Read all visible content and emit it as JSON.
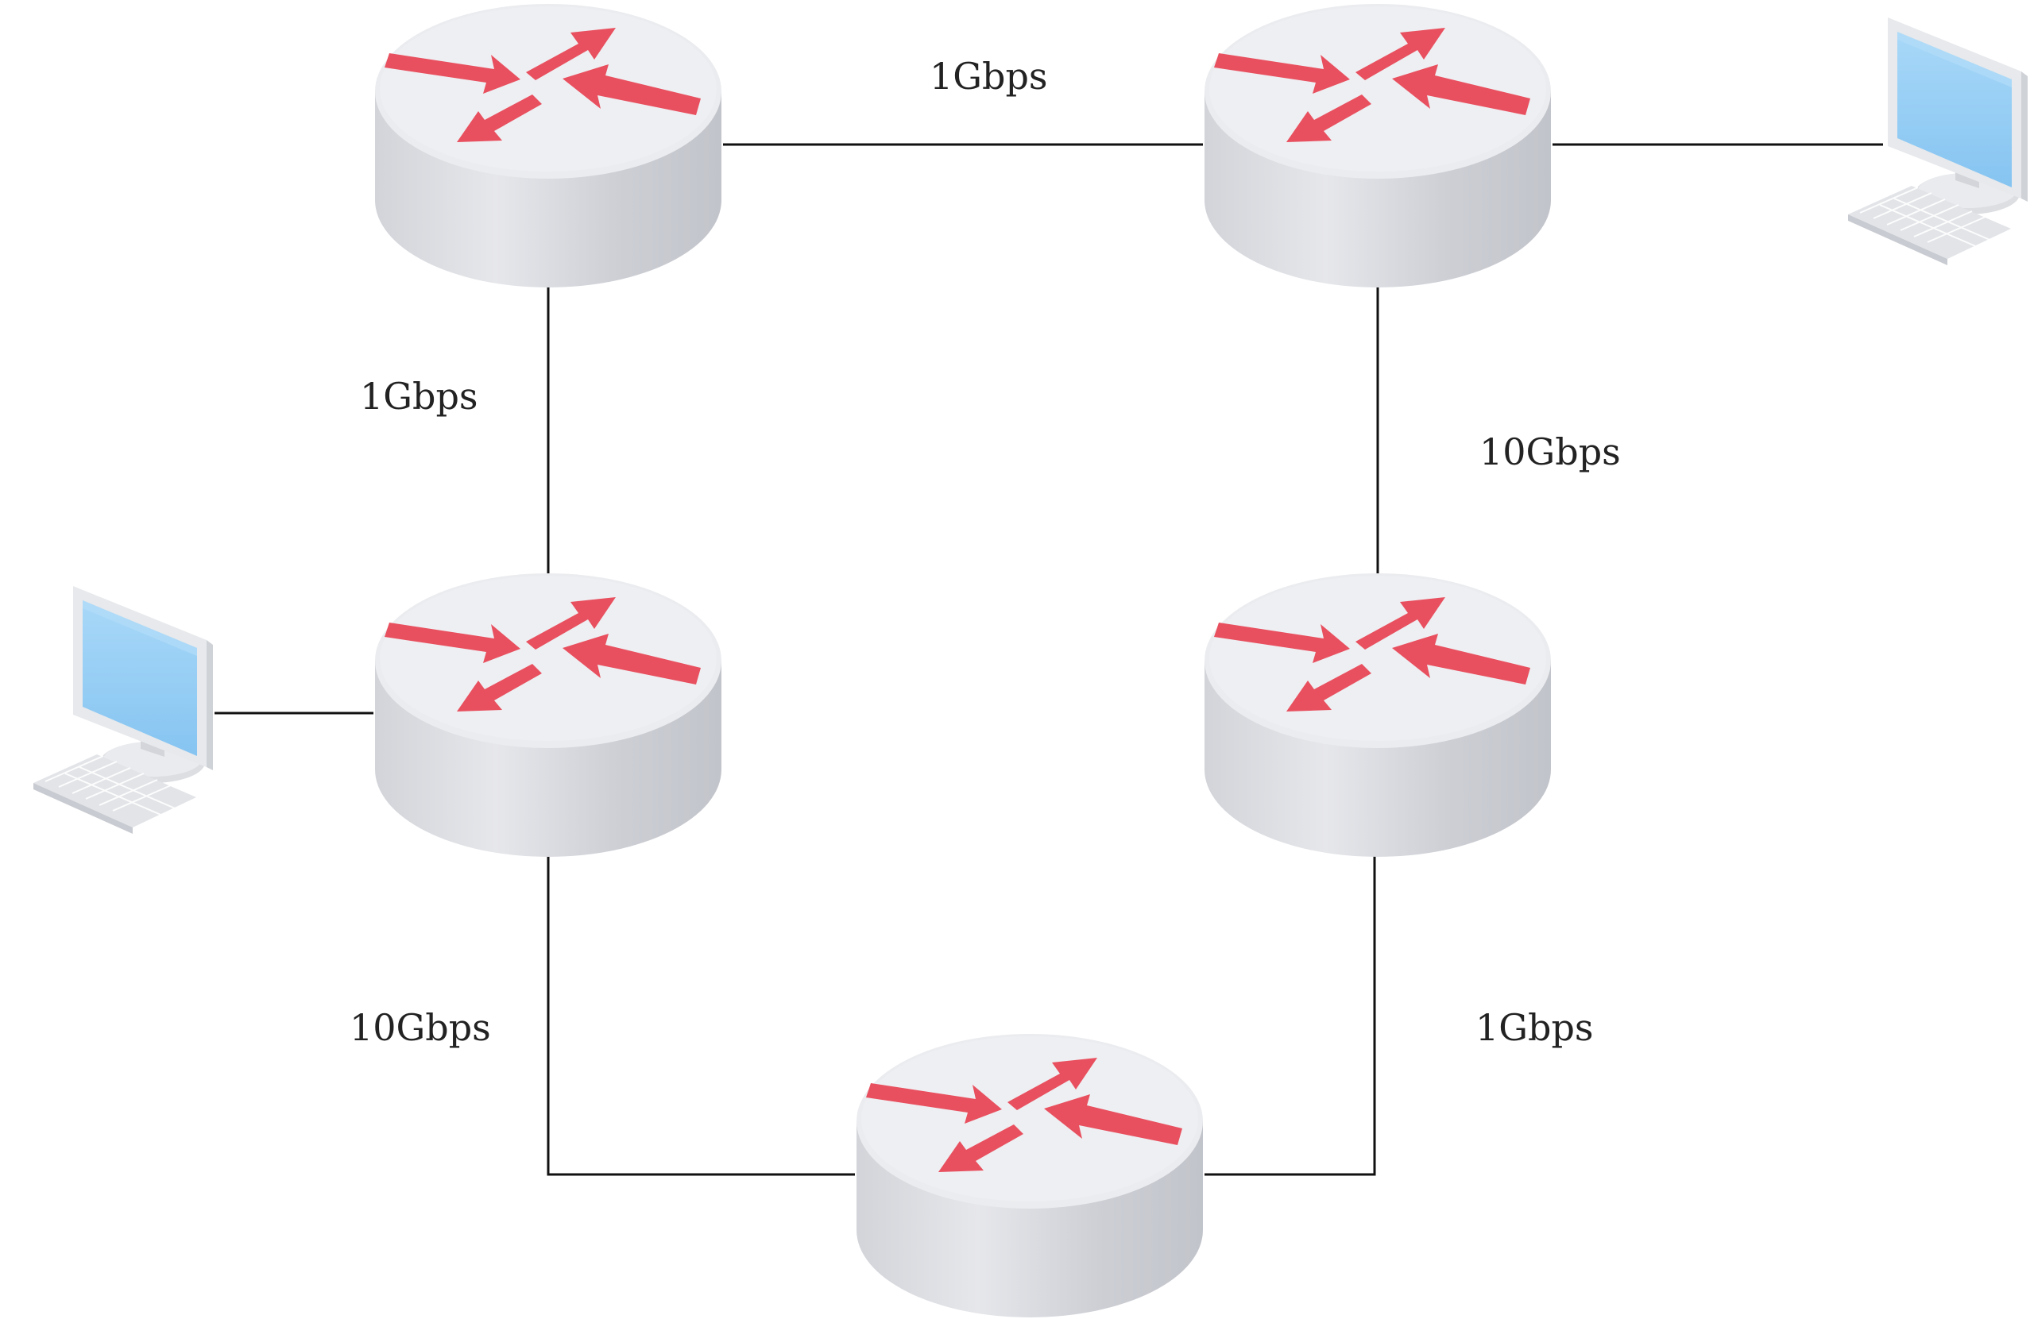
{
  "colors": {
    "link": "#111111",
    "router_top": "#eeeef1",
    "router_side_light": "#e4e5e9",
    "router_side_dark": "#c6c8ce",
    "arrow": "#e8505f",
    "screen": "#8ecbf5",
    "monitor_frame": "#e7e9ec"
  },
  "diagram": {
    "nodes": [
      {
        "id": "router-top-left",
        "icon": "router-icon"
      },
      {
        "id": "router-top-right",
        "icon": "router-icon"
      },
      {
        "id": "router-mid-left",
        "icon": "router-icon"
      },
      {
        "id": "router-mid-right",
        "icon": "router-icon"
      },
      {
        "id": "router-bottom",
        "icon": "router-icon"
      },
      {
        "id": "computer-right",
        "icon": "desktop-computer-icon"
      },
      {
        "id": "computer-left",
        "icon": "desktop-computer-icon"
      }
    ],
    "links": [
      {
        "from": "router-top-left",
        "to": "router-top-right",
        "label": "1Gbps"
      },
      {
        "from": "router-top-left",
        "to": "router-mid-left",
        "label": "1Gbps"
      },
      {
        "from": "router-top-right",
        "to": "router-mid-right",
        "label": "10Gbps"
      },
      {
        "from": "router-mid-left",
        "to": "router-bottom",
        "label": "10Gbps"
      },
      {
        "from": "router-mid-right",
        "to": "router-bottom",
        "label": "1Gbps"
      },
      {
        "from": "router-top-right",
        "to": "computer-right",
        "label": ""
      },
      {
        "from": "router-mid-left",
        "to": "computer-left",
        "label": ""
      }
    ]
  }
}
